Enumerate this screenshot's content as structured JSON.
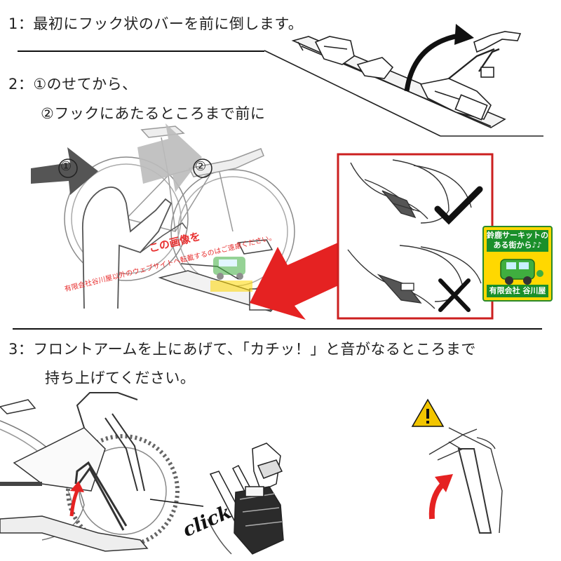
{
  "steps": {
    "step1": "1：最初にフック状のバーを前に倒します。",
    "step2_line1": "2：①のせてから、",
    "step2_line2": "②フックにあたるところまで前に",
    "step3_line1": "3：フロントアームを上にあげて、「カチッ！」と音がなるところまで",
    "step3_line2": "持ち上げてください。"
  },
  "markers": {
    "marker1": "①",
    "marker2": "②"
  },
  "watermark": {
    "line1": "この画像を",
    "line2": "有限会社谷川屋以外のウェブサイトへ転載するのはご遠慮ください。"
  },
  "badge": {
    "top_text": "鈴鹿サーキットの\nある街から♪♪",
    "bottom_text": "有限会社 谷川屋"
  },
  "click_text": "click",
  "colors": {
    "accent_red": "#e52222",
    "arrow_gray": "#555555",
    "badge_yellow": "#ffd800",
    "badge_green": "#1a8f2a",
    "warning_yellow": "#f2c500"
  }
}
